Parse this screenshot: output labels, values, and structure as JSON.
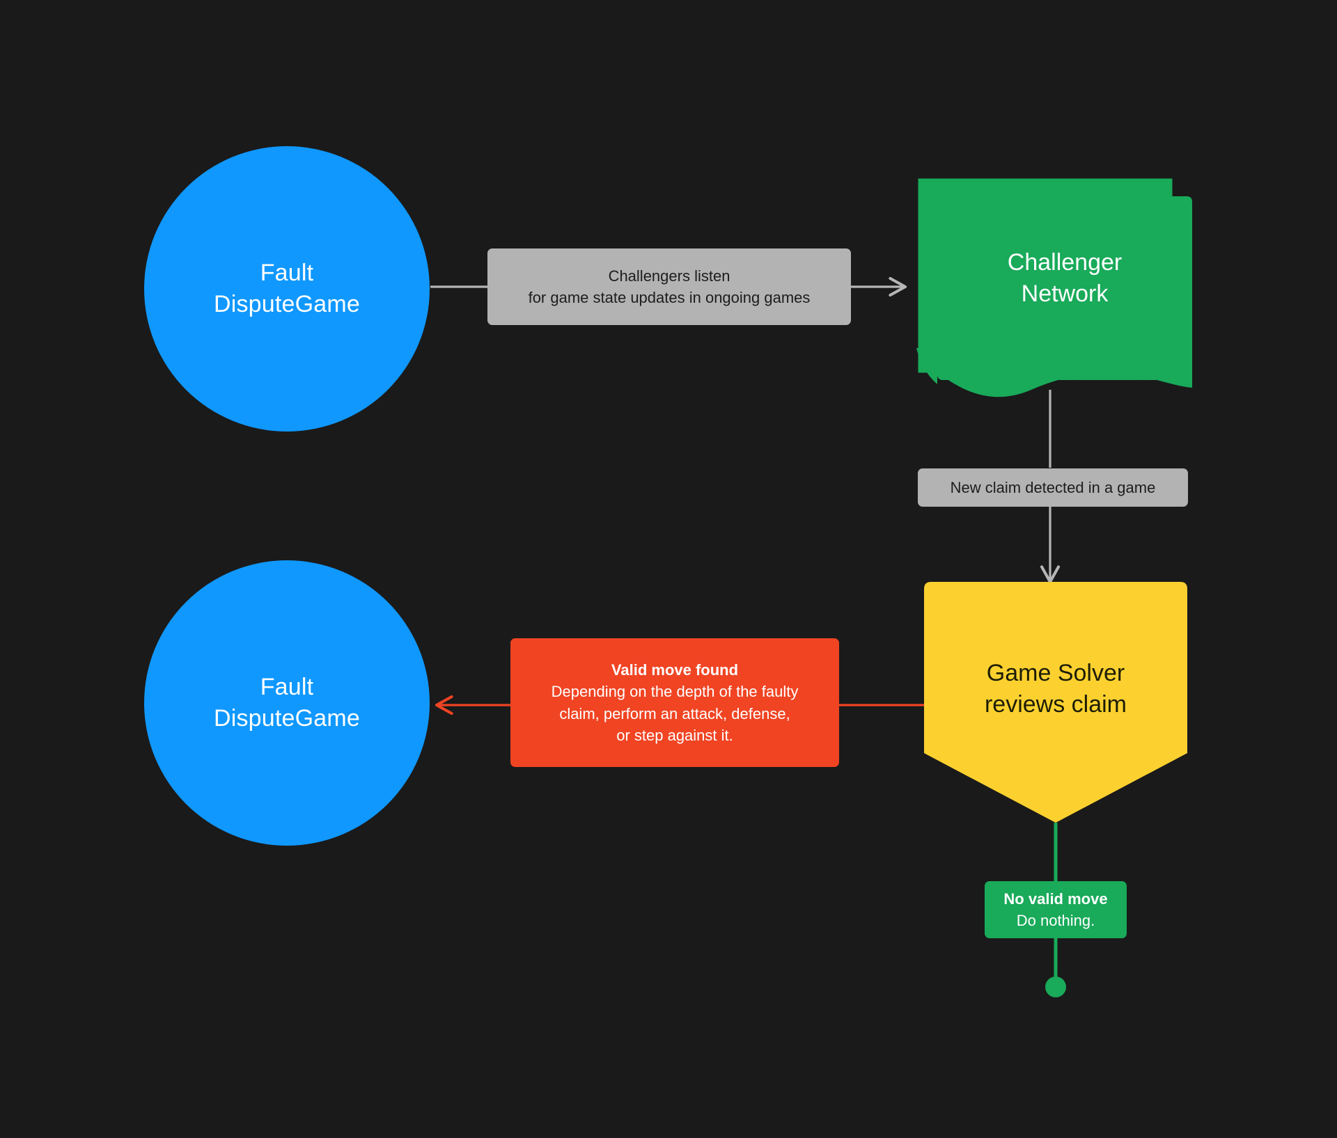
{
  "diagram": {
    "title": "Fault Dispute Game challenger flow",
    "background_color": "#1a1a1a",
    "colors": {
      "blue": "#1098ff",
      "green": "#19aa5a",
      "yellow": "#fcd12f",
      "orange": "#f04423",
      "grey": "#b3b3b3",
      "edge_grey": "#b6b6b6"
    }
  },
  "nodes": {
    "fault_dispute_game_top": {
      "shape": "circle",
      "color": "#1098ff",
      "line1": "Fault",
      "line2": "DisputeGame"
    },
    "challenger_network": {
      "shape": "multi-document",
      "color": "#19aa5a",
      "line1": "Challenger",
      "line2": "Network"
    },
    "game_solver": {
      "shape": "pentagon-down",
      "color": "#fcd12f",
      "line1": "Game Solver",
      "line2": "reviews claim"
    },
    "fault_dispute_game_bottom": {
      "shape": "circle",
      "color": "#1098ff",
      "line1": "Fault",
      "line2": "DisputeGame"
    },
    "end_dot": {
      "shape": "circle-dot",
      "color": "#19aa5a"
    }
  },
  "edges": {
    "listen": {
      "style": "grey",
      "line1": "Challengers listen",
      "line2": "for game state updates in ongoing games"
    },
    "new_claim": {
      "style": "grey",
      "line1": "New claim detected in a game"
    },
    "valid_move": {
      "style": "orange",
      "heading": "Valid move found",
      "line1": "Depending on the depth of the faulty",
      "line2": "claim, perform an attack, defense,",
      "line3": "or step against it."
    },
    "no_valid_move": {
      "style": "green",
      "heading": "No valid move",
      "line1": "Do nothing."
    }
  }
}
